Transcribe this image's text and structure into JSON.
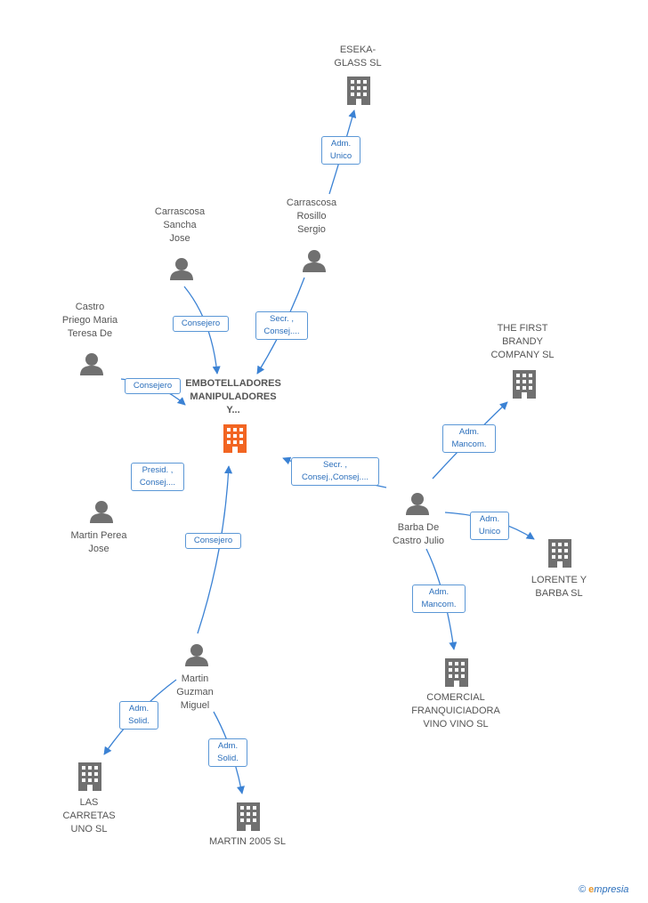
{
  "colors": {
    "edge": "#3b82d4",
    "company": "#707070",
    "main_company": "#f26522",
    "person": "#707070",
    "label_text": "#555555",
    "edge_label_text": "#2a6ebb"
  },
  "nodes": {
    "main": {
      "label": "EMBOTELLADORES\nMANIPULADORES\nY...",
      "icon": "building-icon"
    },
    "eseka": {
      "label": "ESEKA-\nGLASS SL",
      "icon": "building-icon"
    },
    "carrascosa_rosillo": {
      "label": "Carrascosa\nRosillo\nSergio",
      "icon": "person-icon"
    },
    "carrascosa_sancha": {
      "label": "Carrascosa\nSancha\nJose",
      "icon": "person-icon"
    },
    "castro_priego": {
      "label": "Castro\nPriego Maria\nTeresa De",
      "icon": "person-icon"
    },
    "first_brandy": {
      "label": "THE FIRST\nBRANDY\nCOMPANY SL",
      "icon": "building-icon"
    },
    "barba": {
      "label": "Barba De\nCastro Julio",
      "icon": "person-icon"
    },
    "lorente": {
      "label": "LORENTE Y\nBARBA SL",
      "icon": "building-icon"
    },
    "comercial": {
      "label": "COMERCIAL\nFRANQUICIADORA\nVINO VINO  SL",
      "icon": "building-icon"
    },
    "martin_perea": {
      "label": "Martin Perea\nJose",
      "icon": "person-icon"
    },
    "martin_guzman": {
      "label": "Martin\nGuzman\nMiguel",
      "icon": "person-icon"
    },
    "las_carretas": {
      "label": "LAS\nCARRETAS\nUNO SL",
      "icon": "building-icon"
    },
    "martin2005": {
      "label": "MARTIN 2005 SL",
      "icon": "building-icon"
    }
  },
  "edges": {
    "rosillo_eseka": "Adm.\nUnico",
    "rosillo_main": "Secr. ,\nConsej....",
    "sancha_main": "Consejero",
    "castro_main": "Consejero",
    "perea_main": "Presid. ,\nConsej....",
    "barba_main": "Secr. ,\nConsej.,Consej....",
    "barba_brandy": "Adm.\nMancom.",
    "barba_lorente": "Adm.\nUnico",
    "barba_comercial": "Adm.\nMancom.",
    "guzman_main": "Consejero",
    "guzman_carretas": "Adm.\nSolid.",
    "guzman_2005": "Adm.\nSolid."
  },
  "footer": {
    "copyright": "©",
    "brand_initial": "e",
    "brand_rest": "mpresia"
  }
}
